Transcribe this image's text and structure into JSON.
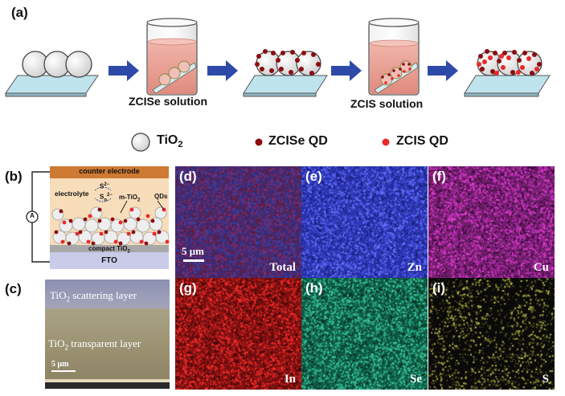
{
  "panels": {
    "a": "(a)",
    "b": "(b)",
    "c": "(c)",
    "d": "(d)",
    "e": "(e)",
    "f": "(f)",
    "g": "(g)",
    "h": "(h)",
    "i": "(i)"
  },
  "process": {
    "step1_caption": "ZCISe solution",
    "step2_caption": "ZCIS solution"
  },
  "legend": {
    "tio2": "TiO",
    "tio2_sub": "2",
    "zcise": "ZCISe QD",
    "zcis": "ZCIS QD"
  },
  "device": {
    "counter_electrode": "counter electrode",
    "electrolyte": "electrolyte",
    "s2": "S",
    "s2_sup": "2−",
    "sn": "S",
    "sn_sub": "n",
    "sn_sup": "2−",
    "m_tio2": "m-TiO",
    "m_tio2_sub": "2",
    "qds": "QDs",
    "compact": "compact TiO",
    "compact_sub": "2",
    "fto": "FTO",
    "ammeter": "A"
  },
  "sem": {
    "scattering_layer": "TiO",
    "scattering_sub": "2",
    "scattering_rest": " scattering layer",
    "transparent_layer": "TiO",
    "transparent_sub": "2",
    "transparent_rest": " transparent layer",
    "scale": "5 μm"
  },
  "maps": [
    {
      "id": "d",
      "element": "Total",
      "base": "#3f2a72",
      "dots": [
        "#8a2a6a",
        "#3344aa",
        "#6a1a30"
      ]
    },
    {
      "id": "e",
      "element": "Zn",
      "base": "#2a34b0",
      "dots": [
        "#4b58e8",
        "#1a1f7a",
        "#6c78ff"
      ]
    },
    {
      "id": "f",
      "element": "Cu",
      "base": "#6e1f6a",
      "dots": [
        "#c02ab8",
        "#3a0a3a",
        "#e040d0"
      ]
    },
    {
      "id": "g",
      "element": "In",
      "base": "#7a1010",
      "dots": [
        "#d02020",
        "#3a0505",
        "#ff3030"
      ]
    },
    {
      "id": "h",
      "element": "Se",
      "base": "#0e5a45",
      "dots": [
        "#2fb58a",
        "#07301f",
        "#3ed0a0"
      ]
    },
    {
      "id": "i",
      "element": "S",
      "base": "#0a0a0a",
      "dots": [
        "#9a9a35",
        "#5a5a20",
        "#c0c050"
      ]
    }
  ],
  "map_scale": "5 μm",
  "colors": {
    "arrow": "#2e4aa8",
    "zcise": "#8b0d10",
    "zcis": "#e8292a",
    "substrate": "#bfe3ec",
    "solution": "#e8a098"
  }
}
